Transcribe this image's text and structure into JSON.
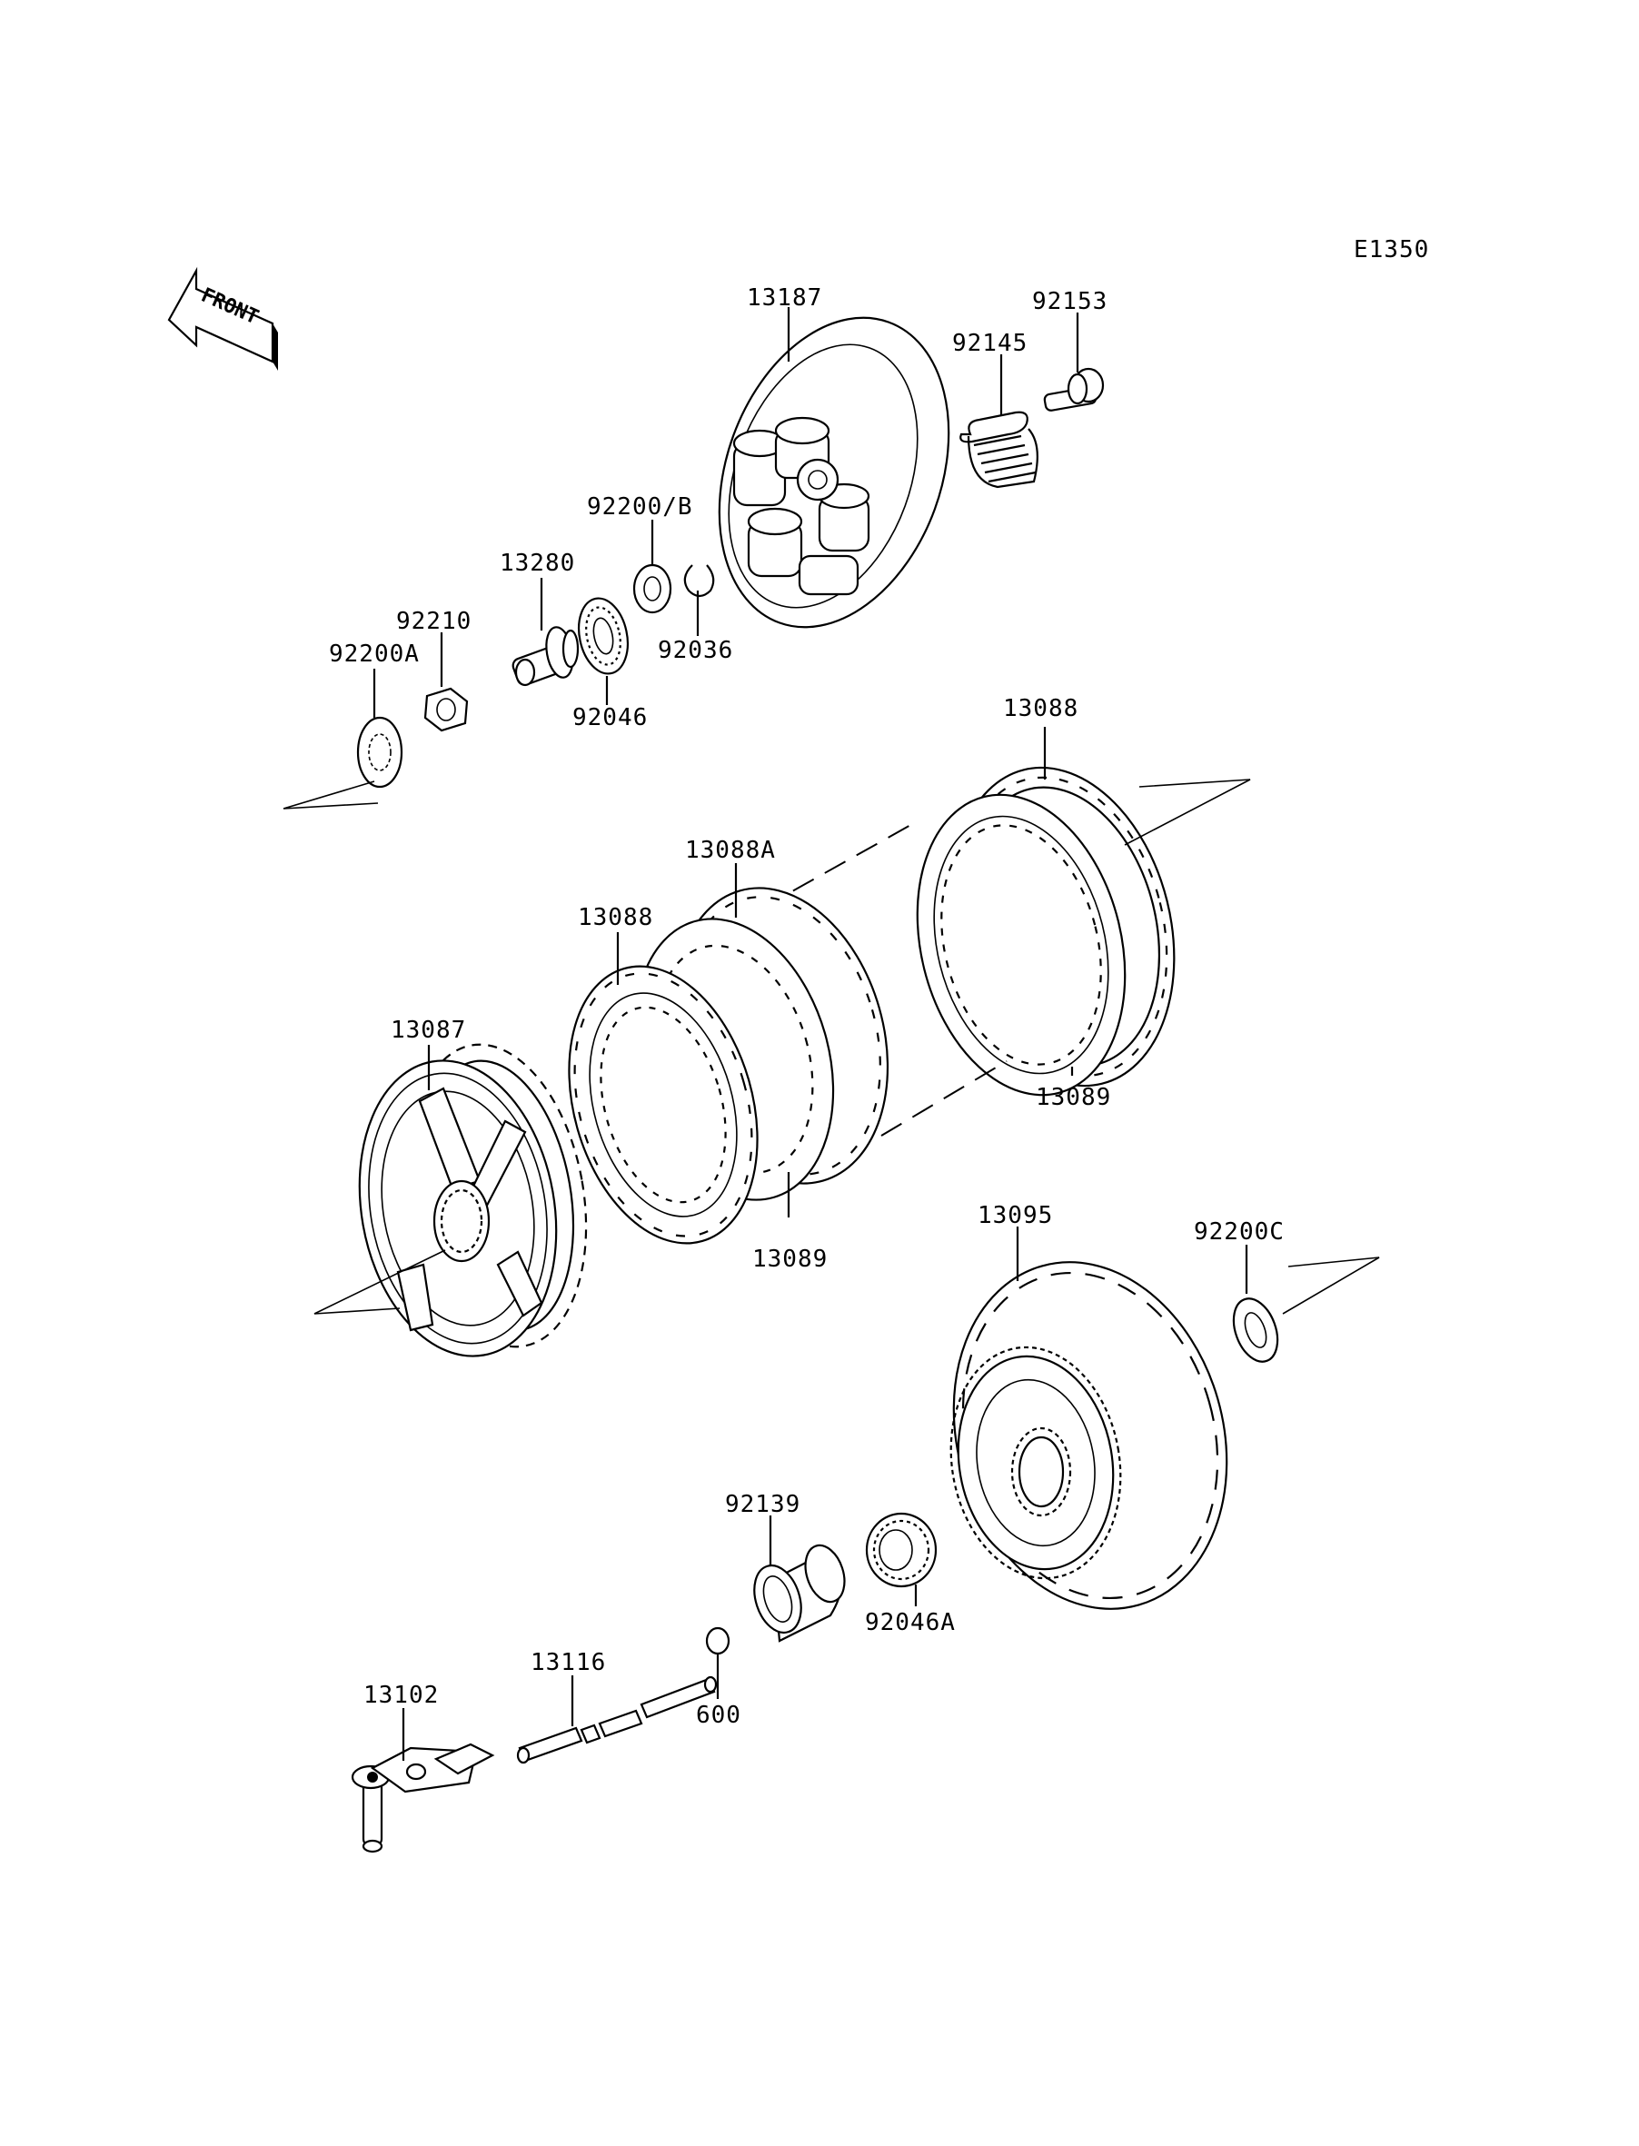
{
  "diagram": {
    "code": "E1350",
    "direction_label": "FRONT",
    "parts": {
      "p13187": "13187",
      "p92153": "92153",
      "p92145": "92145",
      "p92200B": "92200/B",
      "p13280": "13280",
      "p92210": "92210",
      "p92200A": "92200A",
      "p92036": "92036",
      "p92046": "92046",
      "p13088_top": "13088",
      "p13088A": "13088A",
      "p13088_mid": "13088",
      "p13087": "13087",
      "p13089_right": "13089",
      "p13089_mid": "13089",
      "p13095": "13095",
      "p92200C": "92200C",
      "p92139": "92139",
      "p92046A": "92046A",
      "p13116": "13116",
      "p13102": "13102",
      "p600": "600"
    }
  }
}
